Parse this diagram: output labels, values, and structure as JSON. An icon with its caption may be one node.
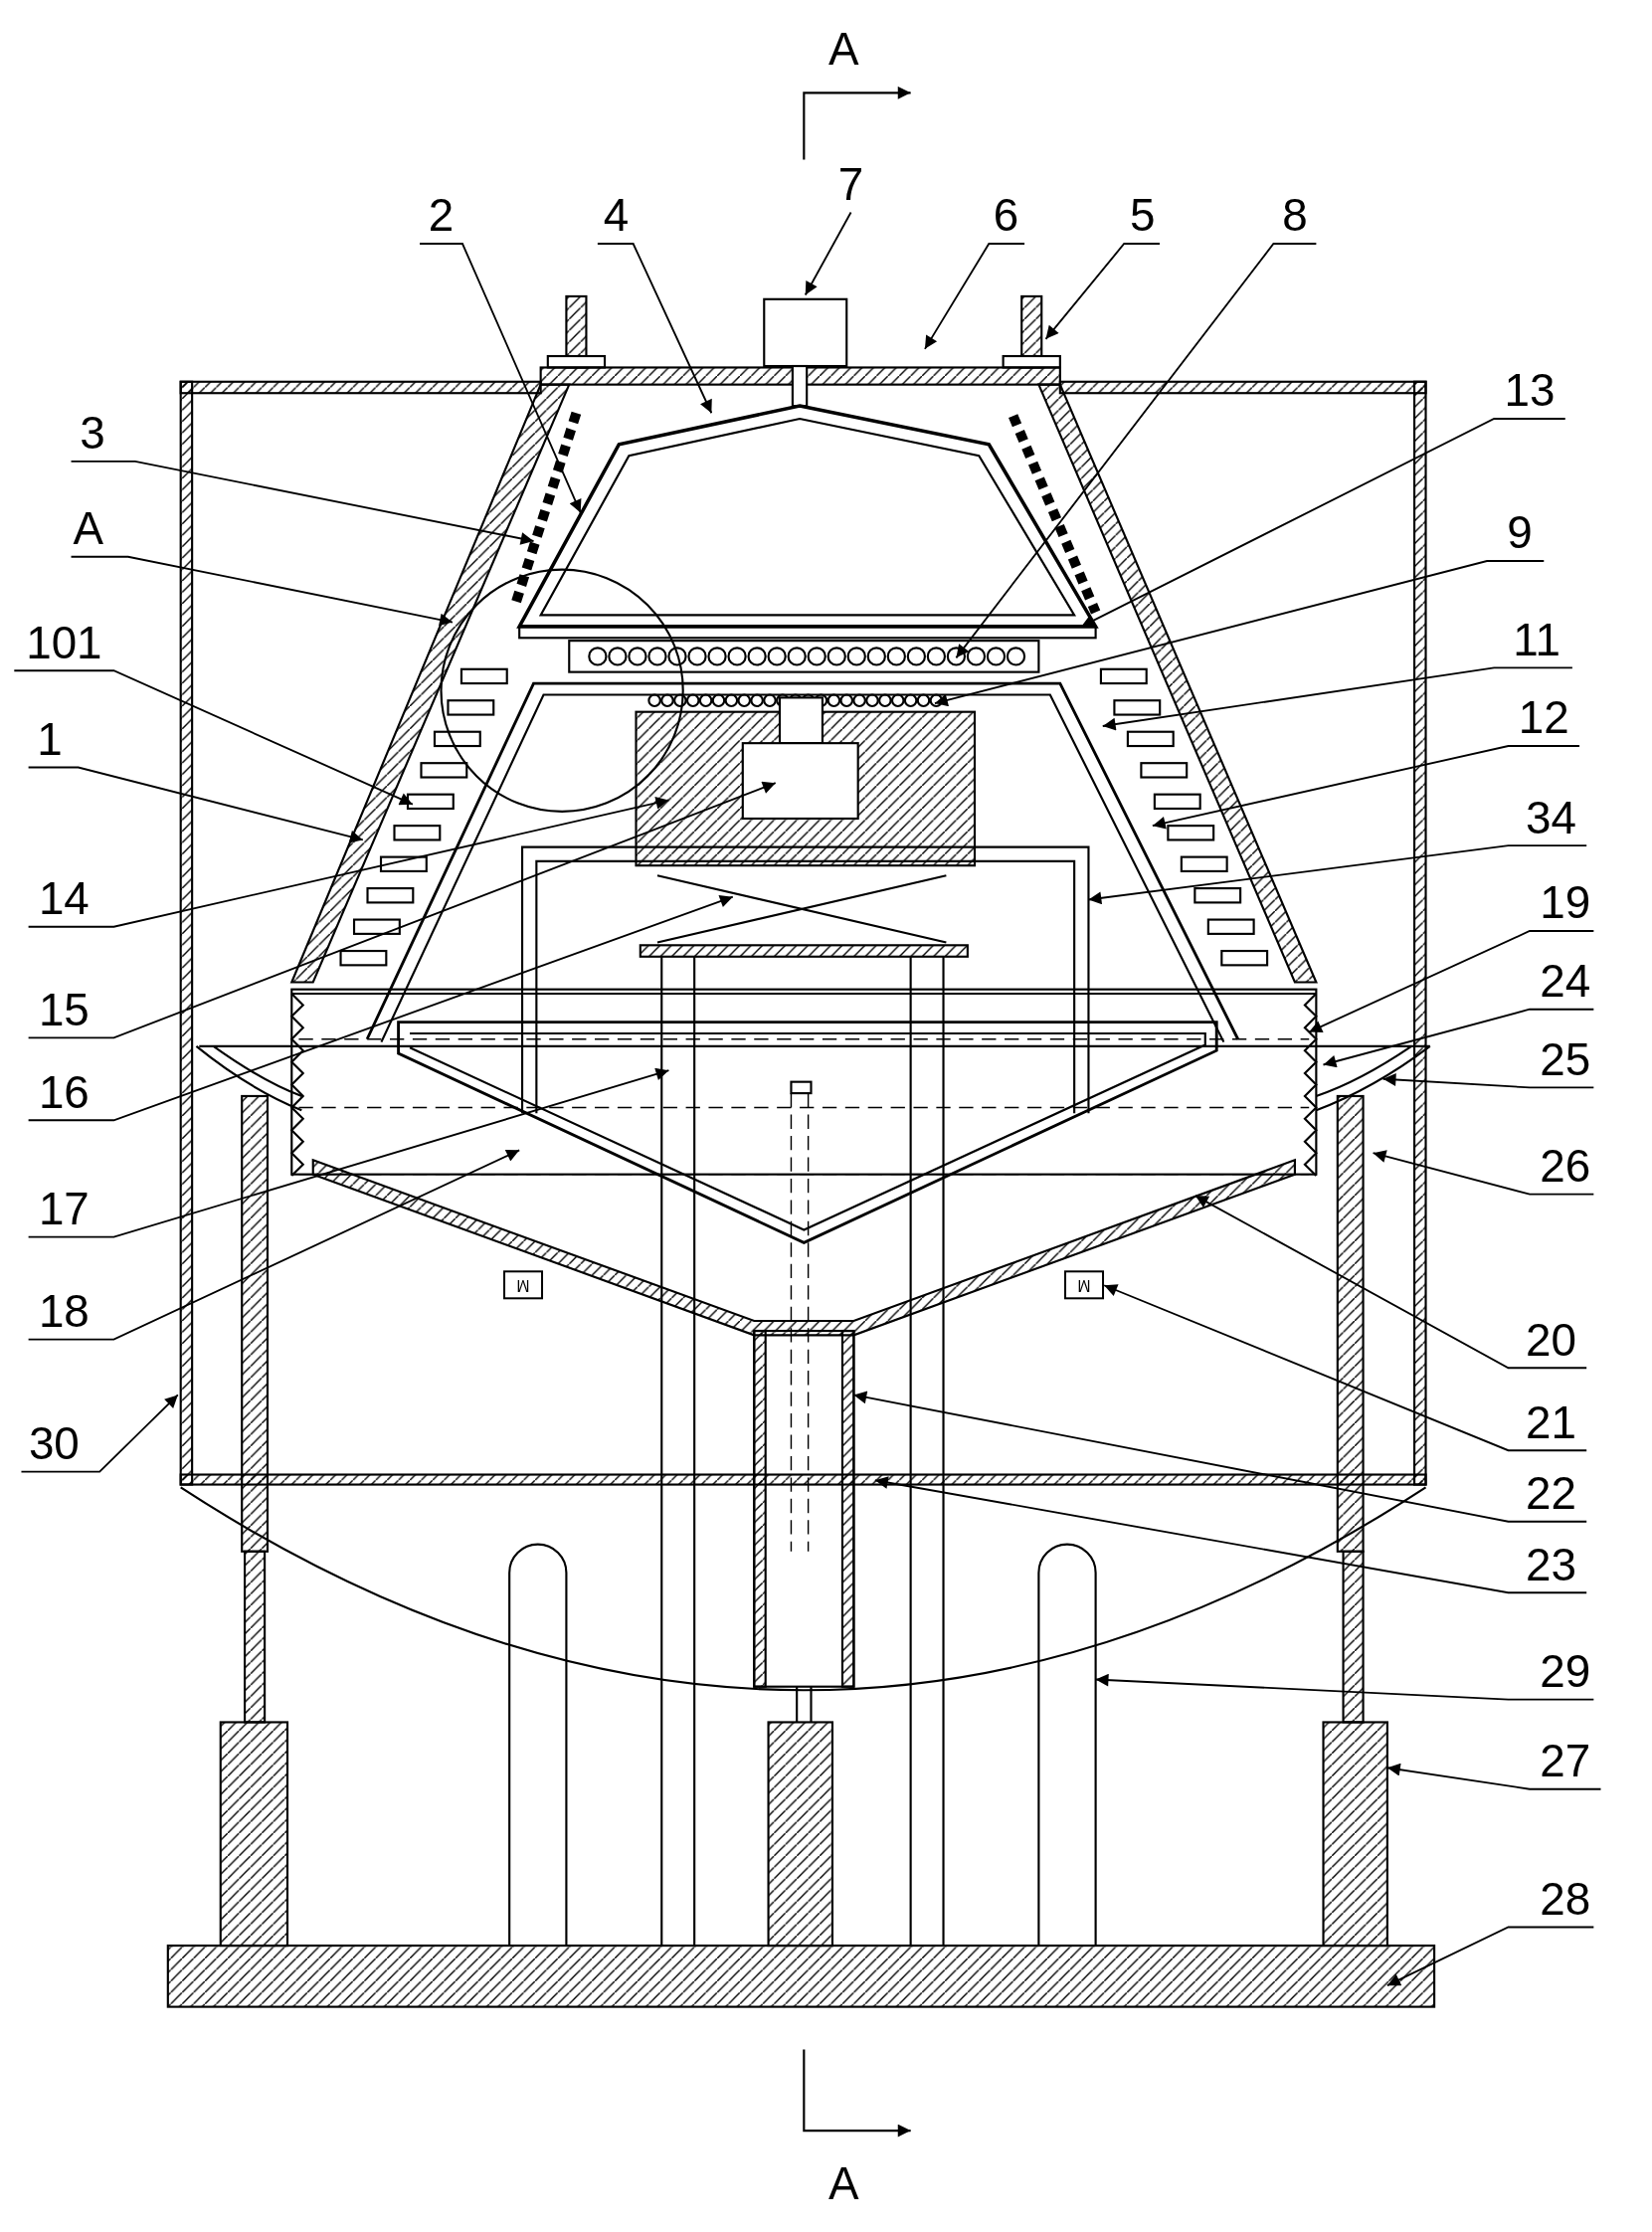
{
  "diagram": {
    "nodes": [
      {
        "text": [
          "7"
        ]
      },
      {
        "text": [
          "2"
        ]
      },
      {
        "text": [
          "4"
        ]
      },
      {
        "text": [
          "6"
        ]
      },
      {
        "text": [
          "5"
        ]
      },
      {
        "text": [
          "8"
        ]
      },
      {
        "text": [
          "13"
        ]
      },
      {
        "text": [
          "3"
        ]
      },
      {
        "text": [
          "9"
        ]
      },
      {
        "text": [
          "A"
        ]
      },
      {
        "text": [
          "101"
        ]
      },
      {
        "text": [
          "11"
        ]
      },
      {
        "text": [
          "1"
        ]
      },
      {
        "text": [
          "12"
        ]
      },
      {
        "text": [
          "14"
        ]
      },
      {
        "text": [
          "34"
        ]
      },
      {
        "text": [
          "19"
        ]
      },
      {
        "text": [
          "24"
        ]
      },
      {
        "text": [
          "15"
        ]
      },
      {
        "text": [
          "25"
        ]
      },
      {
        "text": [
          "16"
        ]
      },
      {
        "text": [
          "26"
        ]
      },
      {
        "text": [
          "17"
        ]
      },
      {
        "text": [
          "18"
        ]
      },
      {
        "text": [
          "20"
        ]
      },
      {
        "text": [
          "30"
        ]
      },
      {
        "text": [
          "21"
        ]
      },
      {
        "text": [
          "22"
        ]
      },
      {
        "text": [
          "23"
        ]
      },
      {
        "text": [
          "29"
        ]
      },
      {
        "text": [
          "27"
        ]
      },
      {
        "text": [
          "28"
        ]
      },
      {
        "text": [
          "M"
        ]
      },
      {
        "text": [
          "M"
        ]
      }
    ],
    "edges": [
      {
        "from": 0,
        "to": null,
        "arrow": "to"
      },
      {
        "from": 1,
        "to": null,
        "arrow": "to"
      },
      {
        "from": 2,
        "to": null,
        "arrow": "to"
      },
      {
        "from": 3,
        "to": null,
        "arrow": "to"
      },
      {
        "from": 4,
        "to": null,
        "arrow": "to"
      },
      {
        "from": 5,
        "to": null,
        "arrow": "to"
      },
      {
        "from": 6,
        "to": null,
        "arrow": "to"
      },
      {
        "from": 7,
        "to": null,
        "arrow": "to"
      },
      {
        "from": 8,
        "to": null,
        "arrow": "to"
      },
      {
        "from": 9,
        "to": null,
        "arrow": "to"
      },
      {
        "from": 10,
        "to": null,
        "arrow": "to"
      },
      {
        "from": 11,
        "to": null,
        "arrow": "to"
      },
      {
        "from": 12,
        "to": null,
        "arrow": "to"
      },
      {
        "from": 13,
        "to": null,
        "arrow": "to"
      },
      {
        "from": 14,
        "to": null,
        "arrow": "to"
      },
      {
        "from": 15,
        "to": null,
        "arrow": "to"
      },
      {
        "from": 16,
        "to": null,
        "arrow": "to"
      },
      {
        "from": 17,
        "to": null,
        "arrow": "to"
      },
      {
        "from": 18,
        "to": null,
        "arrow": "to"
      },
      {
        "from": 19,
        "to": null,
        "arrow": "to"
      },
      {
        "from": 20,
        "to": null,
        "arrow": "to"
      },
      {
        "from": 21,
        "to": null,
        "arrow": "to"
      },
      {
        "from": 22,
        "to": null,
        "arrow": "to"
      },
      {
        "from": 23,
        "to": null,
        "arrow": "to"
      },
      {
        "from": 24,
        "to": null,
        "arrow": "to"
      },
      {
        "from": 25,
        "to": null,
        "arrow": "to"
      },
      {
        "from": 26,
        "to": 33,
        "arrow": "to"
      },
      {
        "from": 27,
        "to": null,
        "arrow": "to"
      },
      {
        "from": 28,
        "to": null,
        "arrow": "to"
      },
      {
        "from": 29,
        "to": null,
        "arrow": "to"
      },
      {
        "from": 30,
        "to": null,
        "arrow": "to"
      },
      {
        "from": 31,
        "to": null,
        "arrow": "to"
      }
    ],
    "labels": [
      "A",
      "A"
    ]
  }
}
